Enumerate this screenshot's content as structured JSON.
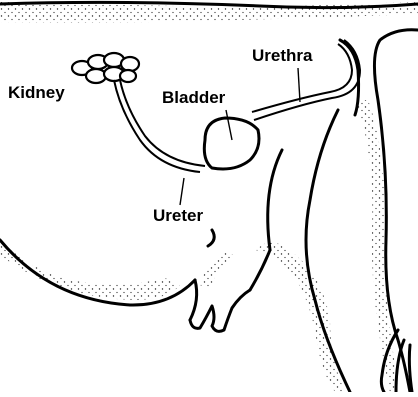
{
  "diagram": {
    "labels": {
      "kidney": "Kidney",
      "bladder": "Bladder",
      "urethra": "Urethra",
      "ureter": "Ureter"
    },
    "colors": {
      "ink": "#000000",
      "background": "#ffffff"
    }
  }
}
